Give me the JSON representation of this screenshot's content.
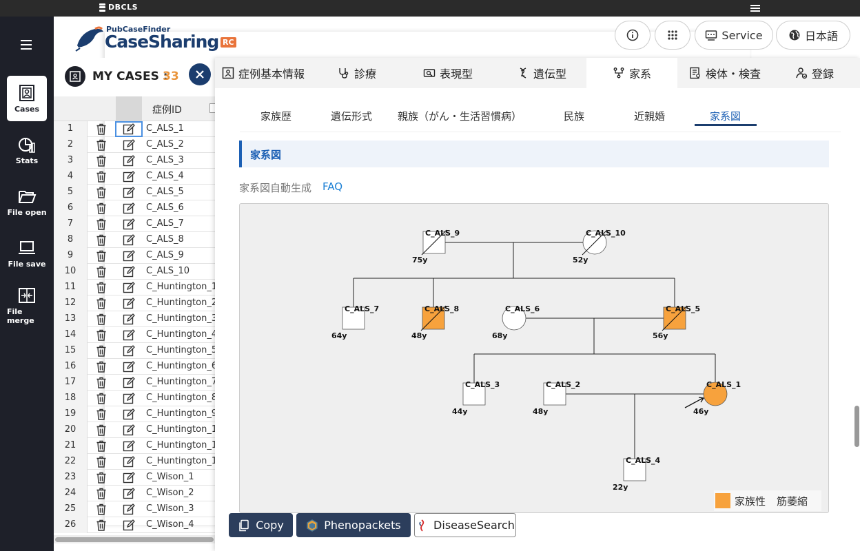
{
  "topbar": {
    "brand": "DBCLS"
  },
  "nav": [
    {
      "label": "Cases",
      "icon": "cases-icon",
      "active": true
    },
    {
      "label": "Stats",
      "icon": "stats-icon"
    },
    {
      "label": "File open",
      "icon": "folder-open-icon"
    },
    {
      "label": "File save",
      "icon": "laptop-save-icon"
    },
    {
      "label": "File merge",
      "icon": "merge-icon"
    }
  ],
  "header": {
    "logo_sub": "PubCaseFinder",
    "logo_main": "CaseSharing",
    "logo_badge": "RC",
    "service_label": "Service",
    "language_label": "日本語"
  },
  "cases": {
    "title": "MY CASES :",
    "count": "33",
    "column_header": "症例ID",
    "rows": [
      {
        "n": "1",
        "id": "C_ALS_1"
      },
      {
        "n": "2",
        "id": "C_ALS_2"
      },
      {
        "n": "3",
        "id": "C_ALS_3"
      },
      {
        "n": "4",
        "id": "C_ALS_4"
      },
      {
        "n": "5",
        "id": "C_ALS_5"
      },
      {
        "n": "6",
        "id": "C_ALS_6"
      },
      {
        "n": "7",
        "id": "C_ALS_7"
      },
      {
        "n": "8",
        "id": "C_ALS_8"
      },
      {
        "n": "9",
        "id": "C_ALS_9"
      },
      {
        "n": "10",
        "id": "C_ALS_10"
      },
      {
        "n": "11",
        "id": "C_Huntington_1"
      },
      {
        "n": "12",
        "id": "C_Huntington_2"
      },
      {
        "n": "13",
        "id": "C_Huntington_3"
      },
      {
        "n": "14",
        "id": "C_Huntington_4"
      },
      {
        "n": "15",
        "id": "C_Huntington_5"
      },
      {
        "n": "16",
        "id": "C_Huntington_6"
      },
      {
        "n": "17",
        "id": "C_Huntington_7"
      },
      {
        "n": "18",
        "id": "C_Huntington_8"
      },
      {
        "n": "19",
        "id": "C_Huntington_9"
      },
      {
        "n": "20",
        "id": "C_Huntington_1"
      },
      {
        "n": "21",
        "id": "C_Huntington_1"
      },
      {
        "n": "22",
        "id": "C_Huntington_1"
      },
      {
        "n": "23",
        "id": "C_Wison_1"
      },
      {
        "n": "24",
        "id": "C_Wison_2"
      },
      {
        "n": "25",
        "id": "C_Wison_3"
      },
      {
        "n": "26",
        "id": "C_Wison_4"
      }
    ]
  },
  "tabs": [
    {
      "label": "症例基本情報",
      "icon": "id-card-icon"
    },
    {
      "label": "診療",
      "icon": "stethoscope-icon"
    },
    {
      "label": "表現型",
      "icon": "phenotype-icon"
    },
    {
      "label": "遺伝型",
      "icon": "dna-icon"
    },
    {
      "label": "家系",
      "icon": "family-tree-icon",
      "active": true
    },
    {
      "label": "検体・検査",
      "icon": "test-icon"
    },
    {
      "label": "登録",
      "icon": "register-user-icon"
    }
  ],
  "subtabs": [
    {
      "label": "家族歴"
    },
    {
      "label": "遺伝形式"
    },
    {
      "label": "親族（がん・生活習慣病）"
    },
    {
      "label": "民族"
    },
    {
      "label": "近親婚"
    },
    {
      "label": "家系図",
      "active": true
    }
  ],
  "section": {
    "title": "家系図",
    "autogen_label": "家系図自動生成",
    "faq_label": "FAQ"
  },
  "pedigree": {
    "affected_color": "#f7a23d",
    "members": [
      {
        "id": "C_ALS_9",
        "age": "75y",
        "sex": "male",
        "affected": false,
        "deceased": true
      },
      {
        "id": "C_ALS_10",
        "age": "52y",
        "sex": "female",
        "affected": false,
        "deceased": true
      },
      {
        "id": "C_ALS_7",
        "age": "64y",
        "sex": "male",
        "affected": false,
        "deceased": false
      },
      {
        "id": "C_ALS_8",
        "age": "48y",
        "sex": "male",
        "affected": true,
        "deceased": true
      },
      {
        "id": "C_ALS_6",
        "age": "68y",
        "sex": "female",
        "affected": false,
        "deceased": false
      },
      {
        "id": "C_ALS_5",
        "age": "56y",
        "sex": "male",
        "affected": true,
        "deceased": true
      },
      {
        "id": "C_ALS_3",
        "age": "44y",
        "sex": "male",
        "affected": false,
        "deceased": false
      },
      {
        "id": "C_ALS_2",
        "age": "48y",
        "sex": "male",
        "affected": false,
        "deceased": false
      },
      {
        "id": "C_ALS_1",
        "age": "46y",
        "sex": "female",
        "affected": true,
        "deceased": false,
        "proband": true
      },
      {
        "id": "C_ALS_4",
        "age": "22y",
        "sex": "male",
        "affected": false,
        "deceased": false
      }
    ],
    "legend_label1": "家族性",
    "legend_label2": "筋萎縮"
  },
  "actions": {
    "copy_label": "Copy",
    "phenopackets_label": "Phenopackets",
    "diseasesearch_label": "DiseaseSearch"
  }
}
